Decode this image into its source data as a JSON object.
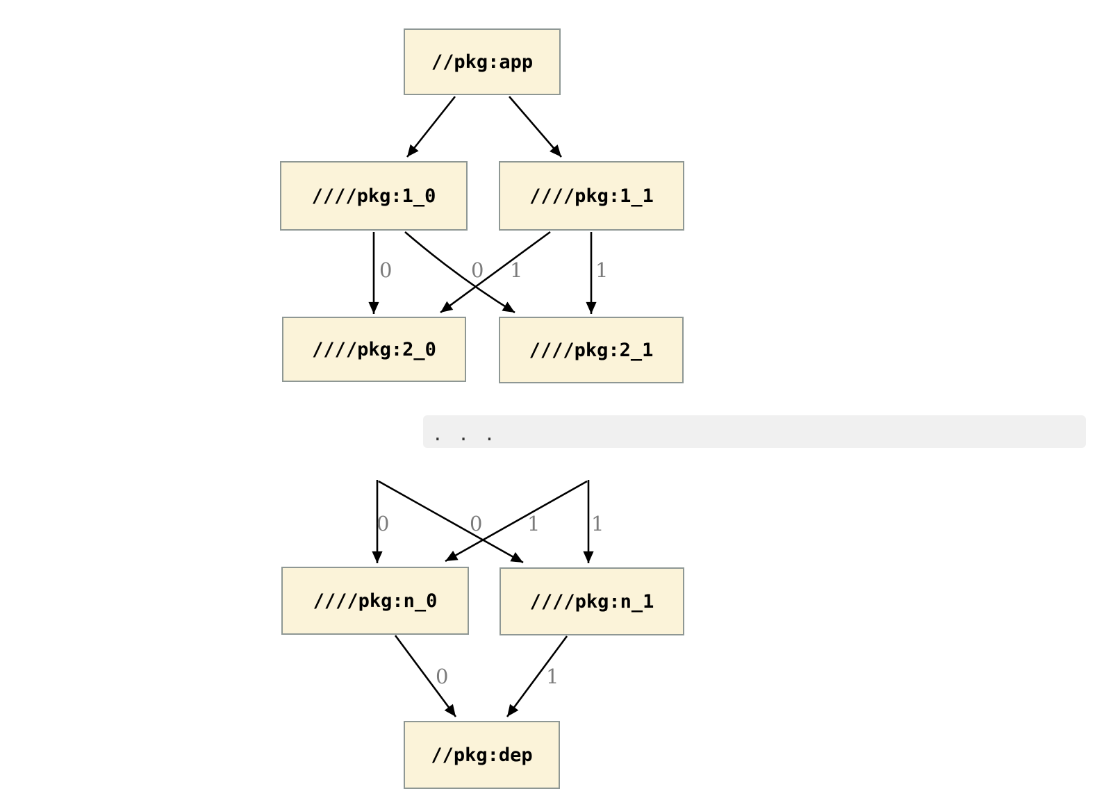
{
  "colors": {
    "background": "#ffffff",
    "node_fill": "#fbf3d9",
    "node_border": "#8e9794",
    "node_text": "#000000",
    "edge": "#000000",
    "edge_label": "#7b7b7b",
    "ellipsis_band": "#f0f0f0",
    "ellipsis_dots": "#333333"
  },
  "diagram": {
    "type": "dependency-graph",
    "nodes": [
      {
        "id": "app",
        "label": "//pkg:app"
      },
      {
        "id": "1_0",
        "label": "////pkg:1_0"
      },
      {
        "id": "1_1",
        "label": "////pkg:1_1"
      },
      {
        "id": "2_0",
        "label": "////pkg:2_0"
      },
      {
        "id": "2_1",
        "label": "////pkg:2_1"
      },
      {
        "id": "n_0",
        "label": "////pkg:n_0"
      },
      {
        "id": "n_1",
        "label": "////pkg:n_1"
      },
      {
        "id": "dep",
        "label": "//pkg:dep"
      }
    ],
    "ellipsis": ". . .",
    "edges": [
      {
        "from": "//pkg:app",
        "to": "////pkg:1_0",
        "label": ""
      },
      {
        "from": "//pkg:app",
        "to": "////pkg:1_1",
        "label": ""
      },
      {
        "from": "////pkg:1_0",
        "to": "////pkg:2_0",
        "label": "0"
      },
      {
        "from": "////pkg:1_0",
        "to": "////pkg:2_1",
        "label": "1"
      },
      {
        "from": "////pkg:1_1",
        "to": "////pkg:2_0",
        "label": "0"
      },
      {
        "from": "////pkg:1_1",
        "to": "////pkg:2_1",
        "label": "1"
      },
      {
        "from": "...",
        "to": "////pkg:n_0",
        "label": "0"
      },
      {
        "from": "...",
        "to": "////pkg:n_1",
        "label": "1"
      },
      {
        "from": "...",
        "to": "////pkg:n_0",
        "label": "0"
      },
      {
        "from": "...",
        "to": "////pkg:n_1",
        "label": "1"
      },
      {
        "from": "////pkg:n_0",
        "to": "//pkg:dep",
        "label": "0"
      },
      {
        "from": "////pkg:n_1",
        "to": "//pkg:dep",
        "label": "1"
      }
    ]
  }
}
